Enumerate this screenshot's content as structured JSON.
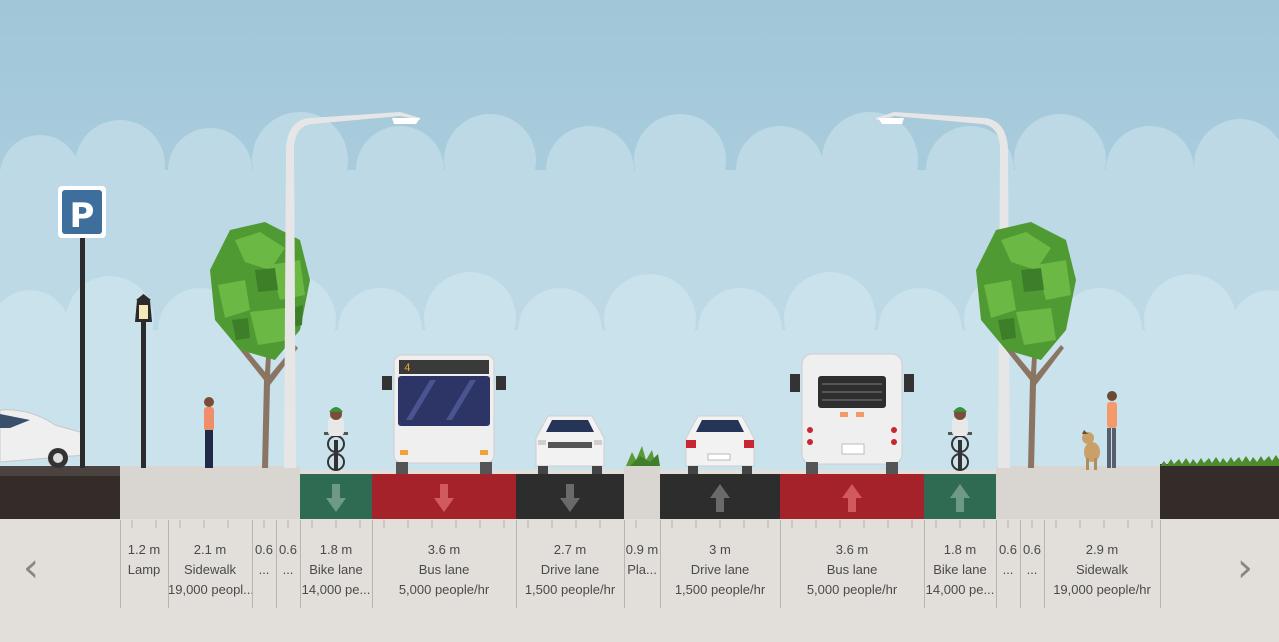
{
  "parking_sign": {
    "letter": "P"
  },
  "bus_route_number": "4",
  "nav": {
    "prev_icon": "‹",
    "next_icon": "›"
  },
  "segments": [
    {
      "id": "lamp",
      "width_label": "1.2 m",
      "name": "Lamp",
      "capacity": ""
    },
    {
      "id": "sidewalk-left",
      "width_label": "2.1 m",
      "name": "Sidewalk",
      "capacity": "19,000 peopl..."
    },
    {
      "id": "narrow-1",
      "width_label": "0.6",
      "name": "...",
      "capacity": ""
    },
    {
      "id": "narrow-2",
      "width_label": "0.6",
      "name": "...",
      "capacity": ""
    },
    {
      "id": "bike-lane-left",
      "width_label": "1.8 m",
      "name": "Bike lane",
      "capacity": "14,000 pe..."
    },
    {
      "id": "bus-lane-left",
      "width_label": "3.6 m",
      "name": "Bus lane",
      "capacity": "5,000 people/hr"
    },
    {
      "id": "drive-lane-left",
      "width_label": "2.7 m",
      "name": "Drive lane",
      "capacity": "1,500 people/hr"
    },
    {
      "id": "planter",
      "width_label": "0.9 m",
      "name": "Pla...",
      "capacity": ""
    },
    {
      "id": "drive-lane-right",
      "width_label": "3 m",
      "name": "Drive lane",
      "capacity": "1,500 people/hr"
    },
    {
      "id": "bus-lane-right",
      "width_label": "3.6 m",
      "name": "Bus lane",
      "capacity": "5,000 people/hr"
    },
    {
      "id": "bike-lane-right",
      "width_label": "1.8 m",
      "name": "Bike lane",
      "capacity": "14,000 pe..."
    },
    {
      "id": "narrow-3",
      "width_label": "0.6",
      "name": "...",
      "capacity": ""
    },
    {
      "id": "narrow-4",
      "width_label": "0.6",
      "name": "...",
      "capacity": ""
    },
    {
      "id": "sidewalk-right",
      "width_label": "2.9 m",
      "name": "Sidewalk",
      "capacity": "19,000 people/hr"
    }
  ],
  "colors": {
    "sky": "#a8cddd",
    "cloud": "#c8e0ea",
    "sidewalk": "#d9d6d1",
    "asphalt": "#2d2a28",
    "bike_lane": "#2f6b52",
    "bus_lane": "#a6222a",
    "drive_lane": "#2d2d2d",
    "dirt": "#332c28",
    "tree": "#5aa637"
  }
}
